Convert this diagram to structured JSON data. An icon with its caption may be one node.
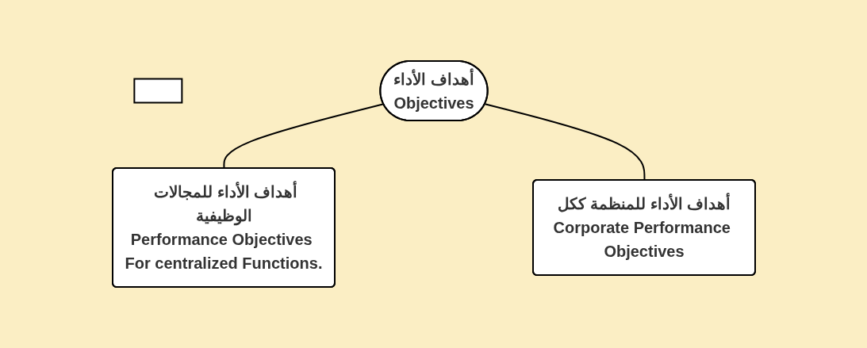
{
  "diagram": {
    "nodes": [
      {
        "text": [],
        "shape": "box"
      },
      {
        "text": [
          "أهداف الأداء",
          "Objectives"
        ]
      },
      {
        "text": [
          "أهداف الأداء للمجالات الوظيفية",
          "Performance Objectives For centralized Functions."
        ]
      },
      {
        "text": [
          "أهداف الأداء للمنظمة ككل",
          "Corporate Performance Objectives"
        ]
      }
    ],
    "edges": [
      {
        "from": 1,
        "to": 2,
        "arrow": "none"
      },
      {
        "from": 1,
        "to": 3,
        "arrow": "none"
      }
    ]
  }
}
